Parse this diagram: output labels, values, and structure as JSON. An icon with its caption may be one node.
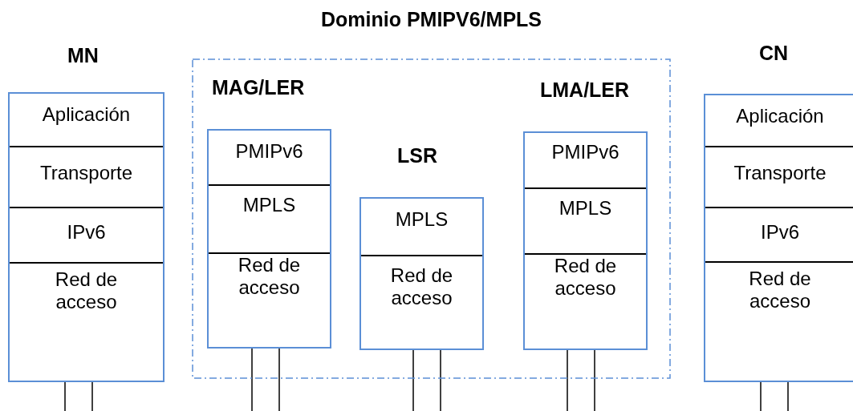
{
  "diagram": {
    "nodes": [
      {
        "text": [
          "Dominio PMIPV6/MPLS"
        ]
      },
      {
        "text": [
          "MN"
        ]
      },
      {
        "text": [
          "Aplicación"
        ],
        "in": 1
      },
      {
        "text": [
          "Transporte"
        ],
        "in": 1
      },
      {
        "text": [
          "IPv6"
        ],
        "in": 1
      },
      {
        "text": [
          "Red de acceso"
        ],
        "in": 1
      },
      {
        "text": [
          "MAG/LER"
        ],
        "in": 0
      },
      {
        "text": [
          "PMIPv6"
        ],
        "in": 6
      },
      {
        "text": [
          "MPLS"
        ],
        "in": 6
      },
      {
        "text": [
          "Red de acceso"
        ],
        "in": 6
      },
      {
        "text": [
          "LSR"
        ],
        "in": 0
      },
      {
        "text": [
          "MPLS"
        ],
        "in": 10
      },
      {
        "text": [
          "Red de acceso"
        ],
        "in": 10
      },
      {
        "text": [
          "LMA/LER"
        ],
        "in": 0
      },
      {
        "text": [
          "PMIPv6"
        ],
        "in": 13
      },
      {
        "text": [
          "MPLS"
        ],
        "in": 13
      },
      {
        "text": [
          "Red de acceso"
        ],
        "in": 13
      },
      {
        "text": [
          "CN"
        ]
      },
      {
        "text": [
          "Aplicación"
        ],
        "in": 17
      },
      {
        "text": [
          "Transporte"
        ],
        "in": 17
      },
      {
        "text": [
          "IPv6"
        ],
        "in": 17
      },
      {
        "text": [
          "Red de acceso"
        ],
        "in": 17
      }
    ],
    "edges": [
      {
        "from": 1,
        "to": null,
        "arrow": "none"
      },
      {
        "from": 1,
        "to": null,
        "arrow": "none"
      },
      {
        "from": 6,
        "to": null,
        "arrow": "none"
      },
      {
        "from": 6,
        "to": null,
        "arrow": "none"
      },
      {
        "from": 10,
        "to": null,
        "arrow": "none"
      },
      {
        "from": 10,
        "to": null,
        "arrow": "none"
      },
      {
        "from": 13,
        "to": null,
        "arrow": "none"
      },
      {
        "from": 13,
        "to": null,
        "arrow": "none"
      },
      {
        "from": 17,
        "to": null,
        "arrow": "none"
      },
      {
        "from": 17,
        "to": null,
        "arrow": "none"
      }
    ]
  }
}
